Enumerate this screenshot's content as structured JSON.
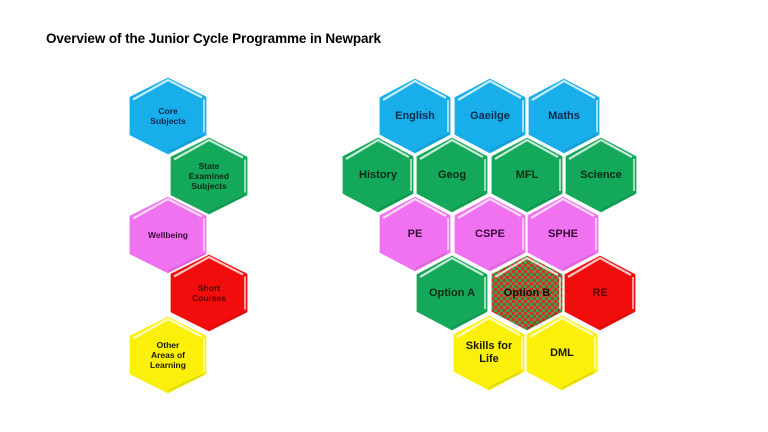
{
  "title": "Overview of the Junior Cycle Programme in Newpark",
  "colors": {
    "blue": "#18AEEA",
    "green": "#14A85A",
    "pink": "#F072F0",
    "red": "#F20D0D",
    "yellow": "#FAF00A",
    "checker_red": "#C8322A",
    "checker_green": "#4E9A45"
  },
  "legend": {
    "items": [
      {
        "label": "Core Subjects",
        "color": "blue"
      },
      {
        "label": "State Examined Subjects",
        "color": "green"
      },
      {
        "label": "Wellbeing",
        "color": "pink"
      },
      {
        "label": "Short Courses",
        "color": "red"
      },
      {
        "label": "Other Areas of Learning",
        "color": "yellow"
      }
    ]
  },
  "grid": {
    "rows": [
      {
        "items": [
          {
            "label": "English",
            "color": "blue"
          },
          {
            "label": "Gaeilge",
            "color": "blue"
          },
          {
            "label": "Maths",
            "color": "blue"
          }
        ]
      },
      {
        "items": [
          {
            "label": "History",
            "color": "green"
          },
          {
            "label": "Geog",
            "color": "green"
          },
          {
            "label": "MFL",
            "color": "green"
          },
          {
            "label": "Science",
            "color": "green"
          }
        ]
      },
      {
        "items": [
          {
            "label": "PE",
            "color": "pink"
          },
          {
            "label": "CSPE",
            "color": "pink"
          },
          {
            "label": "SPHE",
            "color": "pink"
          }
        ]
      },
      {
        "items": [
          {
            "label": "Option A",
            "color": "green"
          },
          {
            "label": "Option B",
            "color": "red/green checkered"
          },
          {
            "label": "RE",
            "color": "red"
          }
        ]
      },
      {
        "items": [
          {
            "label": "Skills for Life",
            "color": "yellow"
          },
          {
            "label": "DML",
            "color": "yellow"
          }
        ]
      }
    ]
  }
}
